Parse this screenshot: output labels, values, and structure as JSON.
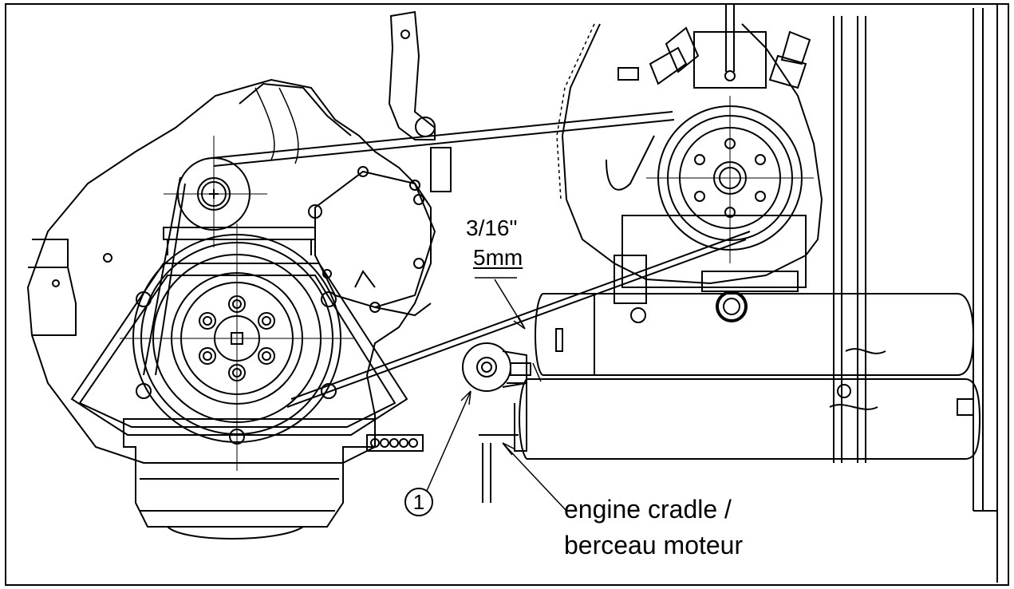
{
  "labels": {
    "gap_inches": "3/16\"",
    "gap_mm": "5mm",
    "callout": "1",
    "cradle_line1": "engine cradle /",
    "cradle_line2": "berceau moteur"
  },
  "colors": {
    "ink": "#000000",
    "paper": "#ffffff"
  }
}
